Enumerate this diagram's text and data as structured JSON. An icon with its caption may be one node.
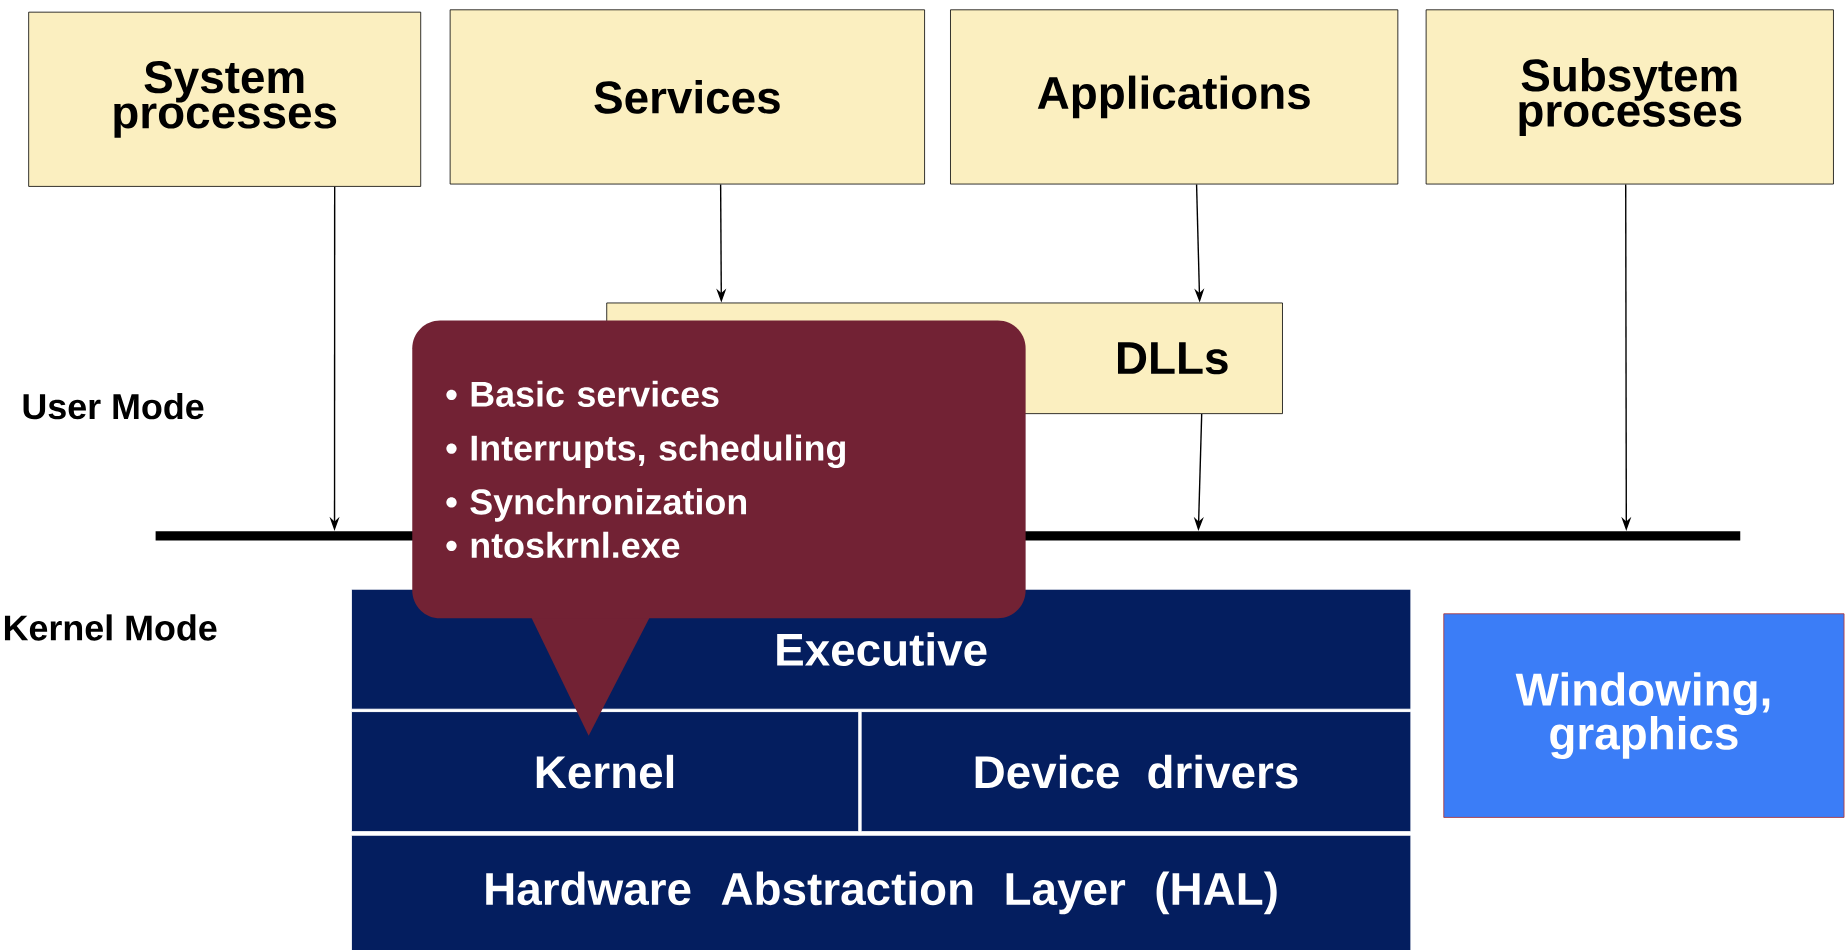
{
  "diagram": {
    "nodes": [
      {
        "text": [
          "System processes"
        ]
      },
      {
        "text": [
          "Services"
        ]
      },
      {
        "text": [
          "Applications"
        ]
      },
      {
        "text": [
          "Subsytem processes"
        ]
      },
      {
        "text": [
          "DLLs"
        ]
      },
      {
        "text": [
          "• Basic services",
          "• Interrupts, scheduling",
          "• Synchronization",
          "• ntoskrnl.exe"
        ]
      },
      {
        "text": [
          "Executive"
        ]
      },
      {
        "text": [
          "Kernel"
        ]
      },
      {
        "text": [
          "Device drivers"
        ]
      },
      {
        "text": [
          "Hardware Abstraction Layer (HAL)"
        ]
      },
      {
        "text": [
          "Windowing, graphics"
        ]
      },
      {
        "text": [],
        "shape": "bar"
      }
    ],
    "edges": [
      {
        "from": 0,
        "to": 11,
        "arrow": "to"
      },
      {
        "from": 1,
        "to": 4,
        "arrow": "to"
      },
      {
        "from": 2,
        "to": 4,
        "arrow": "to"
      },
      {
        "from": 4,
        "to": 11,
        "arrow": "to"
      },
      {
        "from": 3,
        "to": 11,
        "arrow": "to"
      }
    ],
    "labels": [
      "User Mode",
      "Kernel Mode"
    ]
  }
}
